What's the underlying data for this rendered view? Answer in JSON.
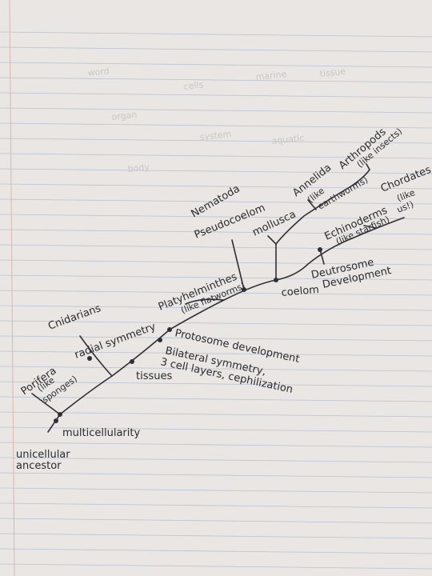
{
  "colors": {
    "paper": "#e9e6e3",
    "ink": "#2b2b30",
    "rule_line": "#b9c4d4",
    "margin_line": "#d9b7b7",
    "background": "#3a2e22"
  },
  "taxa": {
    "porifera": "Porifera",
    "porifera_note1": "(like",
    "porifera_note2": "sponges)",
    "cnidarians": "Cnidarians",
    "platyhelminthes": "Platyhelminthes",
    "platyhelminthes_note": "(like flatworms)",
    "nematoda": "Nematoda",
    "mollusca": "mollusca",
    "annelida": "Annelida",
    "annelida_note1": "(like",
    "annelida_note2": "earthworms)",
    "arthropods": "Arthropods",
    "arthropods_note": "(like insects)",
    "echinoderms": "Echinoderms",
    "echinoderms_note": "(like starfish)",
    "chordates": "Chordates",
    "chordates_note1": "(like",
    "chordates_note2": "us!)"
  },
  "traits": {
    "ancestor1": "unicellular",
    "ancestor2": "ancestor",
    "multicellularity": "multicellularity",
    "tissues": "tissues",
    "radial_symmetry": "radial symmetry",
    "bilateral1": "Bilateral symmetry,",
    "bilateral2": "3 cell layers, cephilization",
    "protostome": "Protosome development",
    "pseudocoelom": "Pseudocoelom",
    "coelom": "coelom",
    "deuterostome1": "Deutrosome",
    "deuterostome2": "Development"
  }
}
